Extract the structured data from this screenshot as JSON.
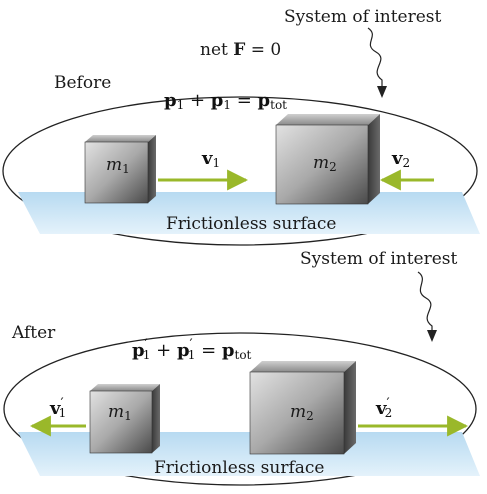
{
  "colors": {
    "surface": "#cfe6f5",
    "surface_edge": "#a8d0ec",
    "arrow": "#9ab82a",
    "block_dark": "#505050",
    "block_light": "#d8d8d8",
    "outline": "#222222"
  },
  "top": {
    "system_label": "System of interest",
    "net_force": {
      "prefix": "net ",
      "symbol": "F",
      "suffix": " = 0"
    },
    "phase_label": "Before",
    "equation": {
      "p": "p",
      "sub1": "1",
      "plus": " + ",
      "sub2": "1",
      "equals": " = ",
      "sub_tot": "tot"
    },
    "block1": {
      "m": "m",
      "sub": "1"
    },
    "block2": {
      "m": "m",
      "sub": "2"
    },
    "velocity1": {
      "v": "v",
      "sub": "1"
    },
    "velocity2": {
      "v": "v",
      "sub": "2"
    },
    "surface_label": "Frictionless surface"
  },
  "bottom": {
    "system_label": "System of interest",
    "phase_label": "After",
    "equation": {
      "p": "p",
      "prime": "′",
      "sub1": "1",
      "plus": " + ",
      "sub2": "1",
      "equals": " = ",
      "sub_tot": "tot"
    },
    "block1": {
      "m": "m",
      "sub": "1"
    },
    "block2": {
      "m": "m",
      "sub": "2"
    },
    "velocity1": {
      "v": "v",
      "prime": "′",
      "sub": "1"
    },
    "velocity2": {
      "v": "v",
      "prime": "′",
      "sub": "2"
    },
    "surface_label": "Frictionless surface"
  }
}
